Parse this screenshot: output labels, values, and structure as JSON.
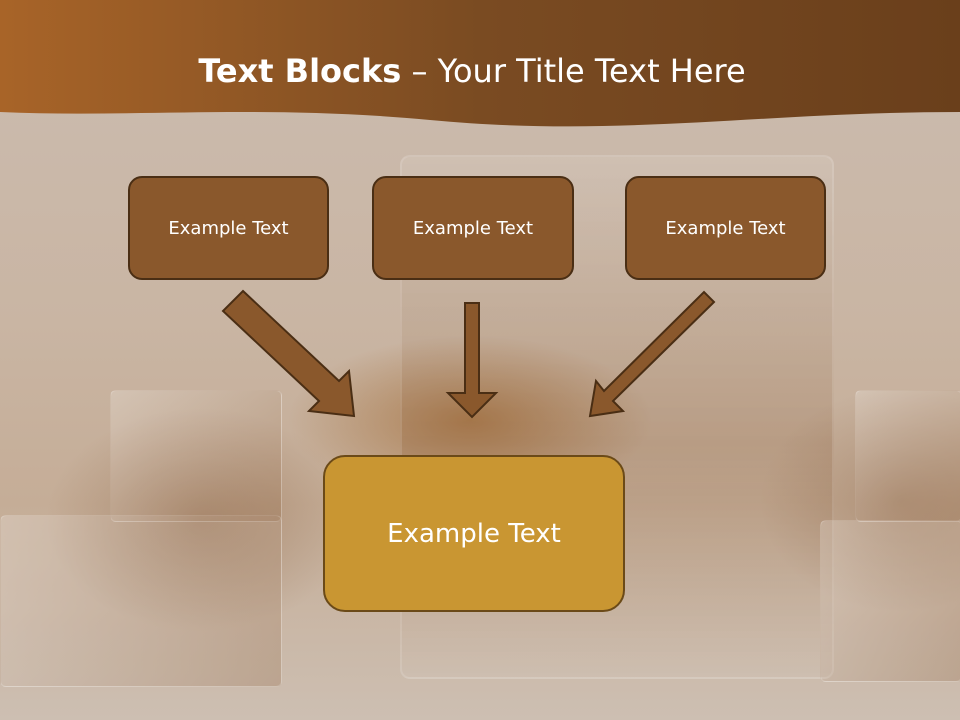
{
  "slide": {
    "title_bold": "Text Blocks",
    "title_separator": " – ",
    "title_rest": "Your Title Text Here",
    "blocks": [
      {
        "label": "Example Text"
      },
      {
        "label": "Example Text"
      },
      {
        "label": "Example Text"
      }
    ],
    "main_block": {
      "label": "Example Text"
    }
  },
  "colors": {
    "header": "#8a5a2b",
    "block_fill": "#8a582c",
    "main_block_fill": "#c99632",
    "arrow_fill": "#8a582c"
  }
}
